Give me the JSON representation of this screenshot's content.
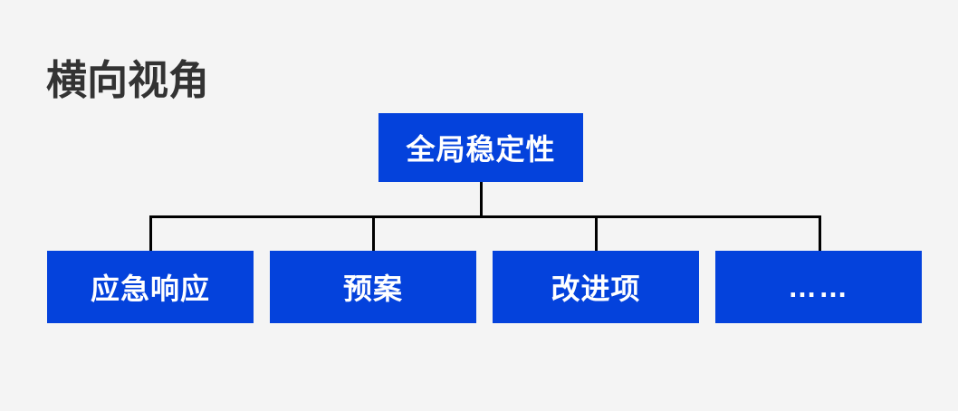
{
  "page": {
    "title": "横向视角",
    "background_color": "#f4f4f4",
    "title_color": "#333333"
  },
  "diagram": {
    "type": "org-tree",
    "node_fill_color": "#0442dc",
    "node_text_color": "#ffffff",
    "connector_color": "#000000",
    "root": {
      "label": "全局稳定性"
    },
    "children": [
      {
        "label": "应急响应"
      },
      {
        "label": "预案"
      },
      {
        "label": "改进项"
      },
      {
        "label": "……"
      }
    ]
  }
}
